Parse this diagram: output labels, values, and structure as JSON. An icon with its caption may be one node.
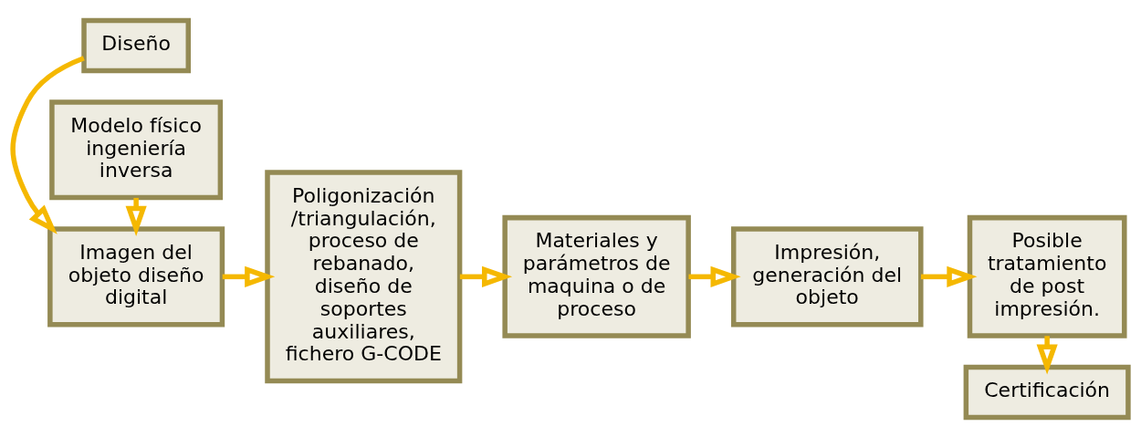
{
  "diagram": {
    "nodes": [
      {
        "text": [
          "Diseño"
        ]
      },
      {
        "text": [
          "Imagen del objeto diseño digital"
        ]
      },
      {
        "text": [
          "Modelo físico ingeniería inversa"
        ]
      },
      {
        "text": [
          "Poligonización /triangulación, proceso de rebanado, diseño de soportes auxiliares, fichero G-CODE"
        ]
      },
      {
        "text": [
          "Materiales y parámetros de maquina o de proceso"
        ]
      },
      {
        "text": [
          "Impresión, generación del objeto"
        ]
      },
      {
        "text": [
          "Posible tratamiento de post impresión."
        ]
      },
      {
        "text": [
          "Certificación"
        ]
      }
    ],
    "edges": [
      {
        "from": 0,
        "to": 1,
        "arrow": "to"
      },
      {
        "from": 2,
        "to": 1,
        "arrow": "to"
      },
      {
        "from": 1,
        "to": 3,
        "arrow": "to"
      },
      {
        "from": 3,
        "to": 4,
        "arrow": "to"
      },
      {
        "from": 4,
        "to": 5,
        "arrow": "to"
      },
      {
        "from": 5,
        "to": 6,
        "arrow": "to"
      },
      {
        "from": 6,
        "to": 7,
        "arrow": "to"
      }
    ]
  }
}
